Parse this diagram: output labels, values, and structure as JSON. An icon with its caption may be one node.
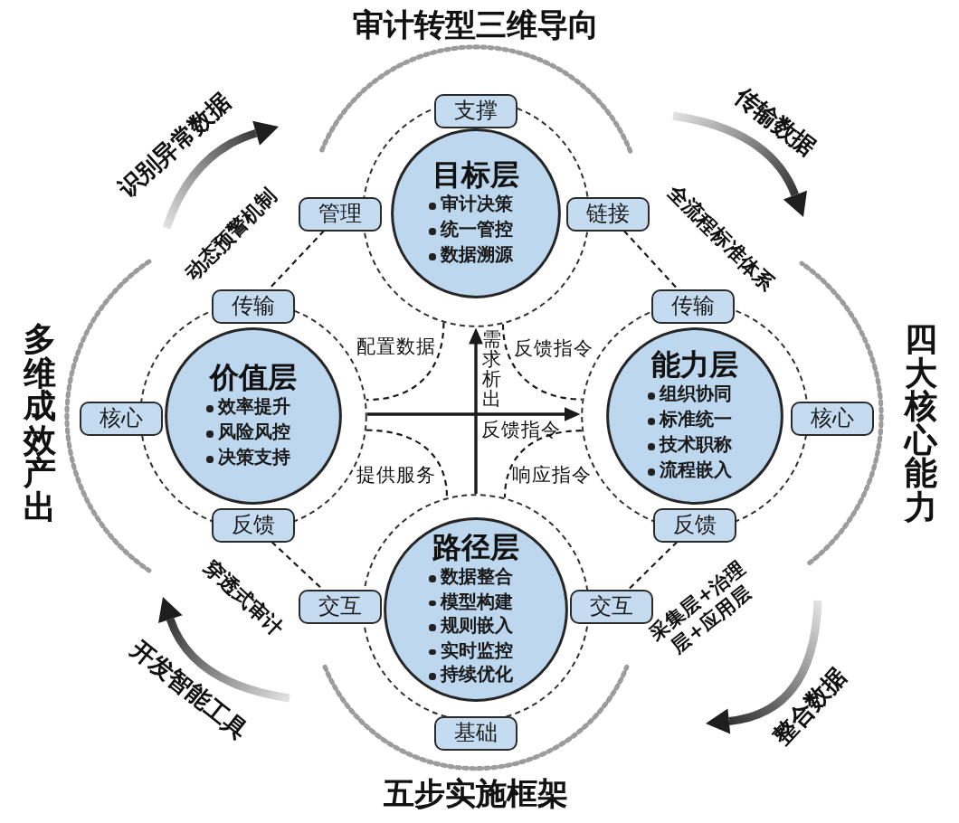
{
  "diagram": {
    "nodes": [
      {
        "text": [],
        "shape": "circle"
      },
      {
        "text": [
          "目标层",
          "审计决策",
          "统一管控",
          "数据溯源"
        ],
        "in": 0
      },
      {
        "text": [
          "支撑"
        ]
      },
      {
        "text": [
          "管理"
        ]
      },
      {
        "text": [
          "链接"
        ]
      },
      {
        "text": [],
        "shape": "circle"
      },
      {
        "text": [
          "价值层",
          "效率提升",
          "风险风控",
          "决策支持"
        ],
        "in": 5
      },
      {
        "text": [
          "传输"
        ]
      },
      {
        "text": [
          "核心"
        ]
      },
      {
        "text": [
          "反馈"
        ]
      },
      {
        "text": [],
        "shape": "circle"
      },
      {
        "text": [
          "能力层",
          "组织协同",
          "标准统一",
          "技术职称",
          "流程嵌入"
        ],
        "in": 10
      },
      {
        "text": [
          "传输"
        ]
      },
      {
        "text": [
          "核心"
        ]
      },
      {
        "text": [
          "反馈"
        ]
      },
      {
        "text": [],
        "shape": "circle"
      },
      {
        "text": [
          "路径层",
          "数据整合",
          "模型构建",
          "规则嵌入",
          "实时监控",
          "持续优化"
        ],
        "in": 15
      },
      {
        "text": [
          "交互"
        ]
      },
      {
        "text": [
          "交互"
        ]
      },
      {
        "text": [
          "基础"
        ]
      }
    ],
    "edges": [
      {
        "from": 3,
        "to": 7,
        "arrow": "none",
        "style": "dashed",
        "label": "动态预警机制"
      },
      {
        "from": 4,
        "to": 12,
        "arrow": "none",
        "style": "dashed",
        "label": "全流程标准体系"
      },
      {
        "from": 0,
        "to": 5,
        "arrow": "none",
        "style": "dashed",
        "label": "配置数据"
      },
      {
        "from": 0,
        "to": 10,
        "arrow": "none",
        "style": "dashed",
        "label": "反馈指令"
      },
      {
        "from": 15,
        "to": 0,
        "arrow": "to",
        "label": "需求析出"
      },
      {
        "from": 5,
        "to": 10,
        "arrow": "to",
        "label": "反馈指令"
      },
      {
        "from": 5,
        "to": 15,
        "arrow": "none",
        "style": "dashed",
        "label": "提供服务"
      },
      {
        "from": 10,
        "to": 15,
        "arrow": "none",
        "style": "dashed",
        "label": "响应指令"
      },
      {
        "from": 9,
        "to": 17,
        "arrow": "none",
        "style": "dashed",
        "label": "穿透式审计"
      },
      {
        "from": 14,
        "to": 18,
        "arrow": "none",
        "style": "dashed",
        "label": "采集层+治理层+应用层"
      }
    ],
    "labels": [
      "审计转型三维导向",
      "识别异常数据",
      "传输数据",
      "多维成效产出",
      "四大核心能力",
      "开发智能工具",
      "整合数据",
      "五步实施框架"
    ]
  }
}
